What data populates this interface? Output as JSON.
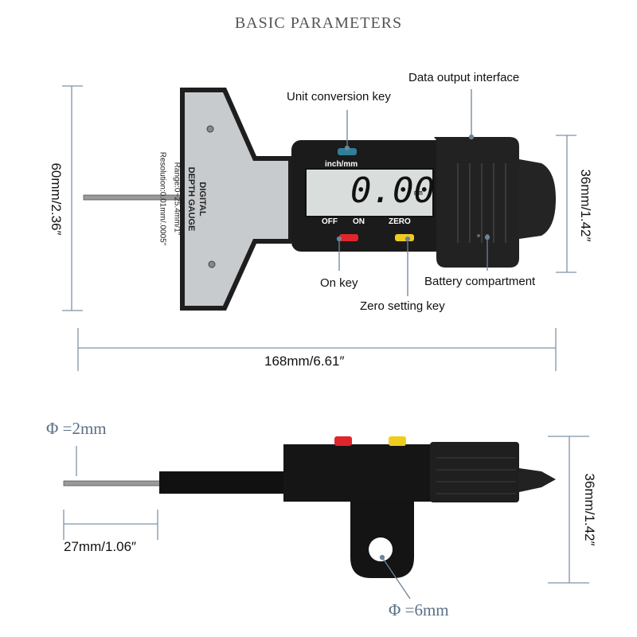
{
  "title": "BASIC PARAMETERS",
  "colors": {
    "dimension_line": "#7f93a8",
    "leader_line": "#6f8396",
    "body": "#1b1b1b",
    "plate": "#c9cccf",
    "lcd": "#d8dcda",
    "red_key": "#e0252c",
    "yellow_key": "#f0cc1e",
    "blue_key": "#2f7f9c"
  },
  "callouts": {
    "unit_conversion_key": "Unit conversion key",
    "data_output_interface": "Data output interface",
    "on_key": "On key",
    "zero_setting_key": "Zero setting key",
    "battery_compartment": "Battery compartment"
  },
  "plate": {
    "line1": "DIGITAL",
    "line2": "DEPTH GAUGE",
    "line3": "Range:0~25.4mm/1\"",
    "line4": "Resolution:0.01mm/.0005\""
  },
  "lcd": {
    "unit_label": "inch/mm",
    "reading": "0.00",
    "reading_unit": "mm",
    "off_label": "OFF",
    "on_label": "ON",
    "zero_label": "ZERO"
  },
  "dimensions": {
    "height_total": "60mm/2.36″",
    "height_body": "36mm/1.42″",
    "length_total": "168mm/6.61″",
    "height_side": "36mm/1.42″",
    "rod_length": "27mm/1.06″",
    "rod_diameter": "Φ =2mm",
    "hole_diameter": "Φ =6mm"
  }
}
